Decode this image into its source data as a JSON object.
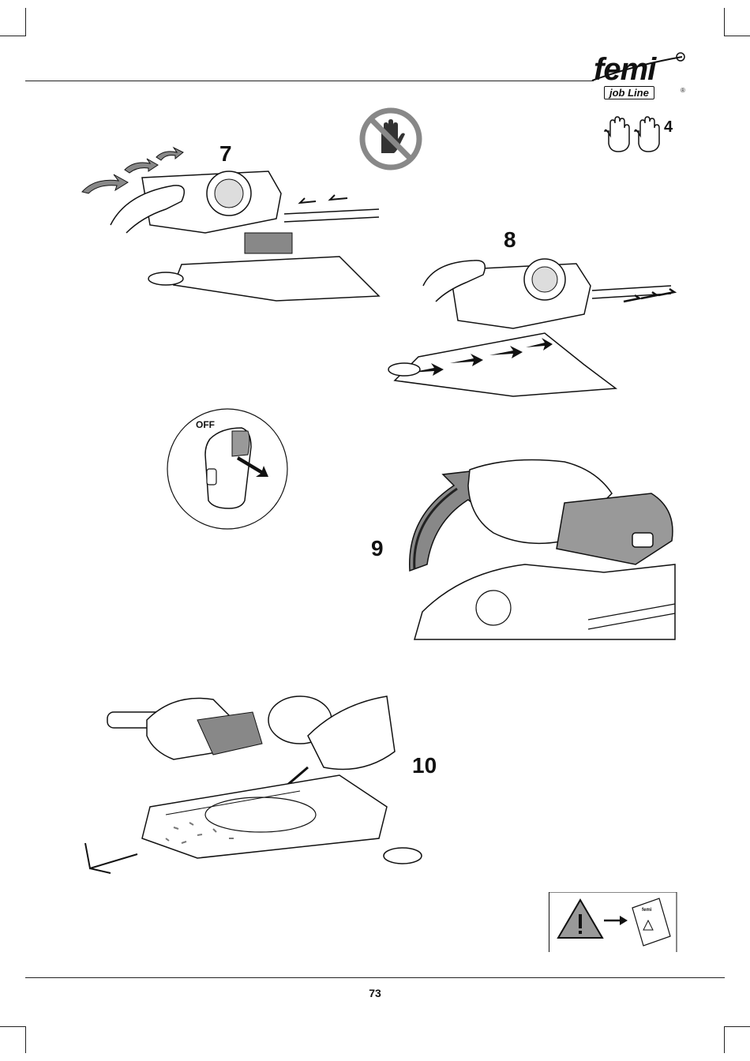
{
  "page": {
    "number": "73"
  },
  "brand": {
    "name": "femi",
    "subline": "job Line",
    "registered": "®"
  },
  "safety": {
    "no_gloves_icon": "no-gloves-icon",
    "gloves_count": "4",
    "warning_manual_icon": "warning-read-manual-icon"
  },
  "figures": {
    "fig7": {
      "label": "7"
    },
    "fig8": {
      "label": "8"
    },
    "fig9": {
      "label": "9"
    },
    "fig10": {
      "label": "10"
    },
    "switch_detail": {
      "label": "OFF"
    }
  },
  "colors": {
    "ink": "#111111",
    "prohibition": "#888888",
    "gray_fill": "#9a9a9a"
  }
}
